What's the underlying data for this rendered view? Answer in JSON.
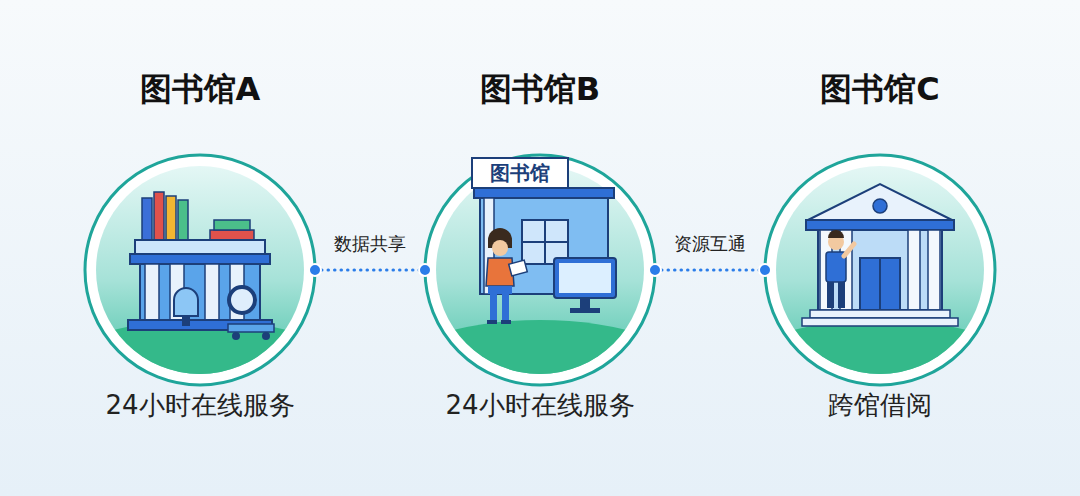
{
  "diagram": {
    "nodes": [
      {
        "text": [
          "图书馆A",
          "24小时在线服务"
        ]
      },
      {
        "text": [
          "图书馆B",
          "24小时在线服务"
        ]
      },
      {
        "text": [
          "图书馆C",
          "跨馆借阅"
        ]
      }
    ],
    "edges": [
      {
        "from": 0,
        "to": 1,
        "arrow": "none",
        "label": "数据共享"
      },
      {
        "from": 1,
        "to": 2,
        "arrow": "none",
        "label": "资源互通"
      }
    ],
    "labels": [
      "图书馆"
    ]
  }
}
